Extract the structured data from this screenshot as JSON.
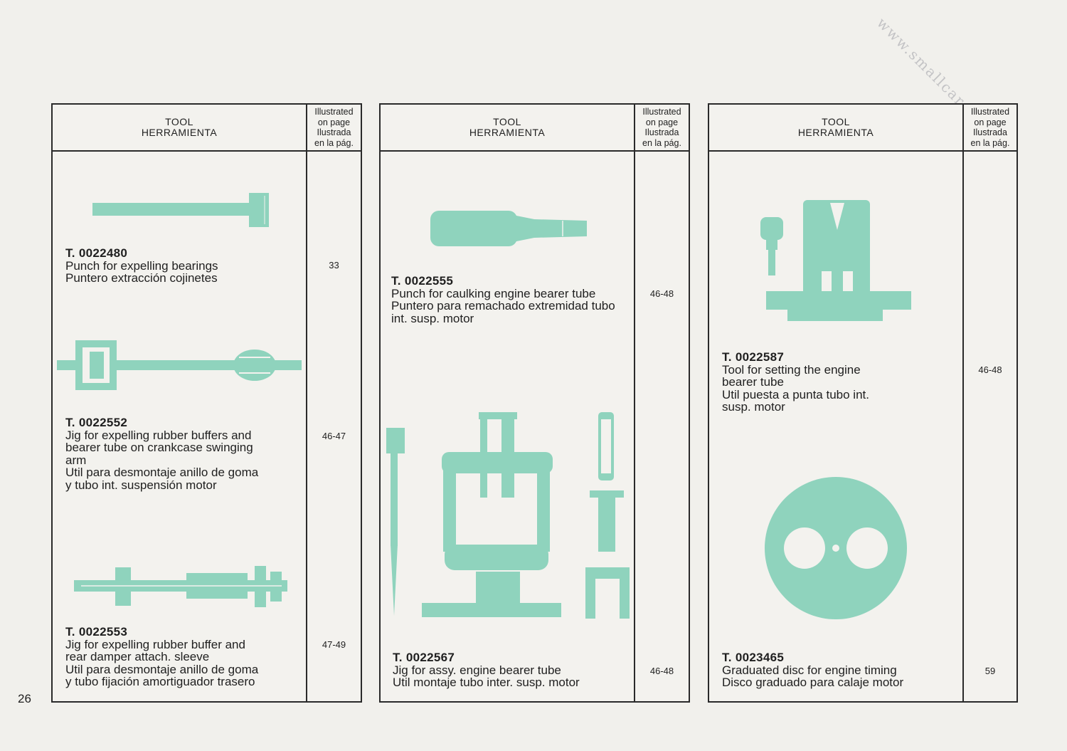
{
  "page_number": "26",
  "watermark": "www.smallcar.com",
  "colors": {
    "illustration": "#8fd3bd",
    "rule": "#2a2a2a",
    "paper": "#f1f0ec"
  },
  "columns": [
    {
      "header_tool": [
        "TOOL",
        "HERRAMIENTA"
      ],
      "header_page": [
        "Illustrated",
        "on page",
        "Ilustrada",
        "en la pág."
      ],
      "entries": [
        {
          "code": "T. 0022480",
          "lines": [
            "Punch for expelling bearings",
            "Puntero extracción cojinetes"
          ],
          "page": "33",
          "icon": "bearing-punch-illustration"
        },
        {
          "code": "T. 0022552",
          "lines": [
            "Jig for expelling rubber buffers and",
            "bearer tube on crankcase swinging",
            "arm",
            "Util para desmontaje anillo de goma",
            "y tubo int. suspensión motor"
          ],
          "page": "46-47",
          "icon": "buffer-jig-illustration"
        },
        {
          "code": "T. 0022553",
          "lines": [
            "Jig for expelling rubber buffer and",
            "rear damper attach. sleeve",
            "Util para desmontaje anillo de goma",
            "y tubo fijación amortiguador trasero"
          ],
          "page": "47-49",
          "icon": "damper-jig-illustration"
        }
      ]
    },
    {
      "header_tool": [
        "TOOL",
        "HERRAMIENTA"
      ],
      "header_page": [
        "Illustrated",
        "on page",
        "Ilustrada",
        "en la pág."
      ],
      "entries": [
        {
          "code": "T. 0022555",
          "lines": [
            "Punch for caulking engine bearer tube",
            "Puntero para remachado extremidad tubo",
            "int. susp. motor"
          ],
          "page": "46-48",
          "icon": "caulking-punch-illustration"
        },
        {
          "code": "T. 0022567",
          "lines": [
            "Jig for assy. engine bearer tube",
            "Util montaje tubo inter. susp. motor"
          ],
          "page": "46-48",
          "icon": "assembly-jig-illustration"
        }
      ]
    },
    {
      "header_tool": [
        "TOOL",
        "HERRAMIENTA"
      ],
      "header_page": [
        "Illustrated",
        "on page",
        "Ilustrada",
        "en la pág."
      ],
      "entries": [
        {
          "code": "T. 0022587",
          "lines": [
            "Tool for setting the engine",
            "bearer tube",
            "Util puesta a punta tubo int.",
            "susp. motor"
          ],
          "page": "46-48",
          "icon": "setting-tool-illustration"
        },
        {
          "code": "T. 0023465",
          "lines": [
            "Graduated disc for engine timing",
            "Disco graduado para calaje motor"
          ],
          "page": "59",
          "icon": "graduated-disc-illustration"
        }
      ]
    }
  ]
}
